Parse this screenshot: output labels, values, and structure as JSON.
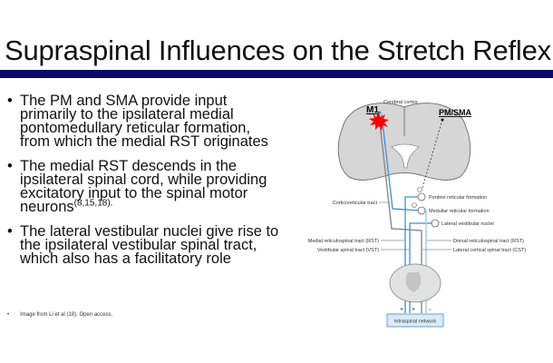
{
  "slide": {
    "title": "Supraspinal Influences on the Stretch Reflex",
    "bullet_glyph": "•",
    "bullets": [
      {
        "text": "The PM and SMA provide input primarily to the ipsilateral medial pontomedullary reticular formation, from which the medial RST originates"
      },
      {
        "text": "The medial RST descends in the ipsilateral spinal cord, while providing excitatory input to the spinal motor neurons",
        "citation": "(8,15,18)."
      },
      {
        "text": "The lateral vestibular nuclei give rise to the ipsilateral vestibular spinal tract, which also has a facilitatory role"
      }
    ],
    "footnote": "Image from Li et al (18). Open access."
  },
  "diagram": {
    "m1": "M1",
    "cortex": "Cerebral cortex",
    "pmsma": "PM/SMA",
    "pontine": "Pontine reticular formation",
    "medullar": "Medullar reticular formation",
    "vestibular_nuclei": "Lateral vestibular nuclei",
    "corticoreticular": "Corticoreticular tract",
    "medial_rst": "Medial reticulospinal tract (RST)",
    "vst": "Vestibular spinal tract (VST)",
    "dorsal_rst": "Dorsal reticulospinal tract (RST)",
    "lateral_cst": "Lateral cortical spinal tract (CST)",
    "intraspinal": "Intraspinal network",
    "plus": "+",
    "minus": "−"
  },
  "colors": {
    "accent_bar": "#0a0a6e",
    "tract_blue": "#3b8fd6",
    "lesion_red": "#ff0000"
  }
}
